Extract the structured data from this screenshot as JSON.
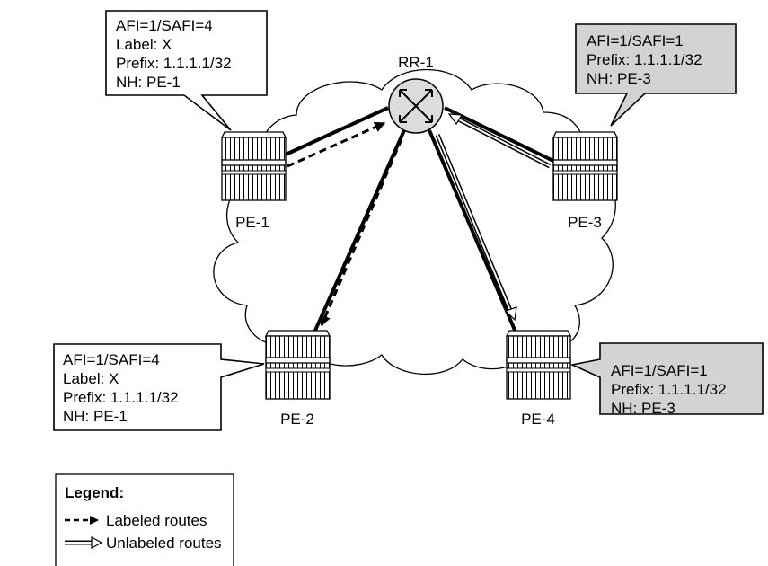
{
  "nodes": {
    "rr1": {
      "label": "RR-1"
    },
    "pe1": {
      "label": "PE-1"
    },
    "pe2": {
      "label": "PE-2"
    },
    "pe3": {
      "label": "PE-3"
    },
    "pe4": {
      "label": "PE-4"
    }
  },
  "callouts": {
    "pe1": {
      "lines": [
        "AFI=1/SAFI=4",
        "Label: X",
        "Prefix: 1.1.1.1/32",
        "NH: PE-1"
      ]
    },
    "pe2": {
      "lines": [
        "AFI=1/SAFI=4",
        "Label: X",
        "Prefix: 1.1.1.1/32",
        "NH: PE-1"
      ]
    },
    "pe3": {
      "lines": [
        "AFI=1/SAFI=1",
        "Prefix: 1.1.1.1/32",
        "NH: PE-3"
      ]
    },
    "pe4": {
      "lines": [
        "AFI=1/SAFI=1",
        "Prefix: 1.1.1.1/32",
        "NH: PE-3"
      ]
    }
  },
  "legend": {
    "title": "Legend:",
    "labeled": "Labeled routes",
    "unlabeled": "Unlabeled routes"
  },
  "colors": {
    "unlabeled_callout_fill": "#d3d3d3",
    "router_fill": "#dcdcdc"
  }
}
